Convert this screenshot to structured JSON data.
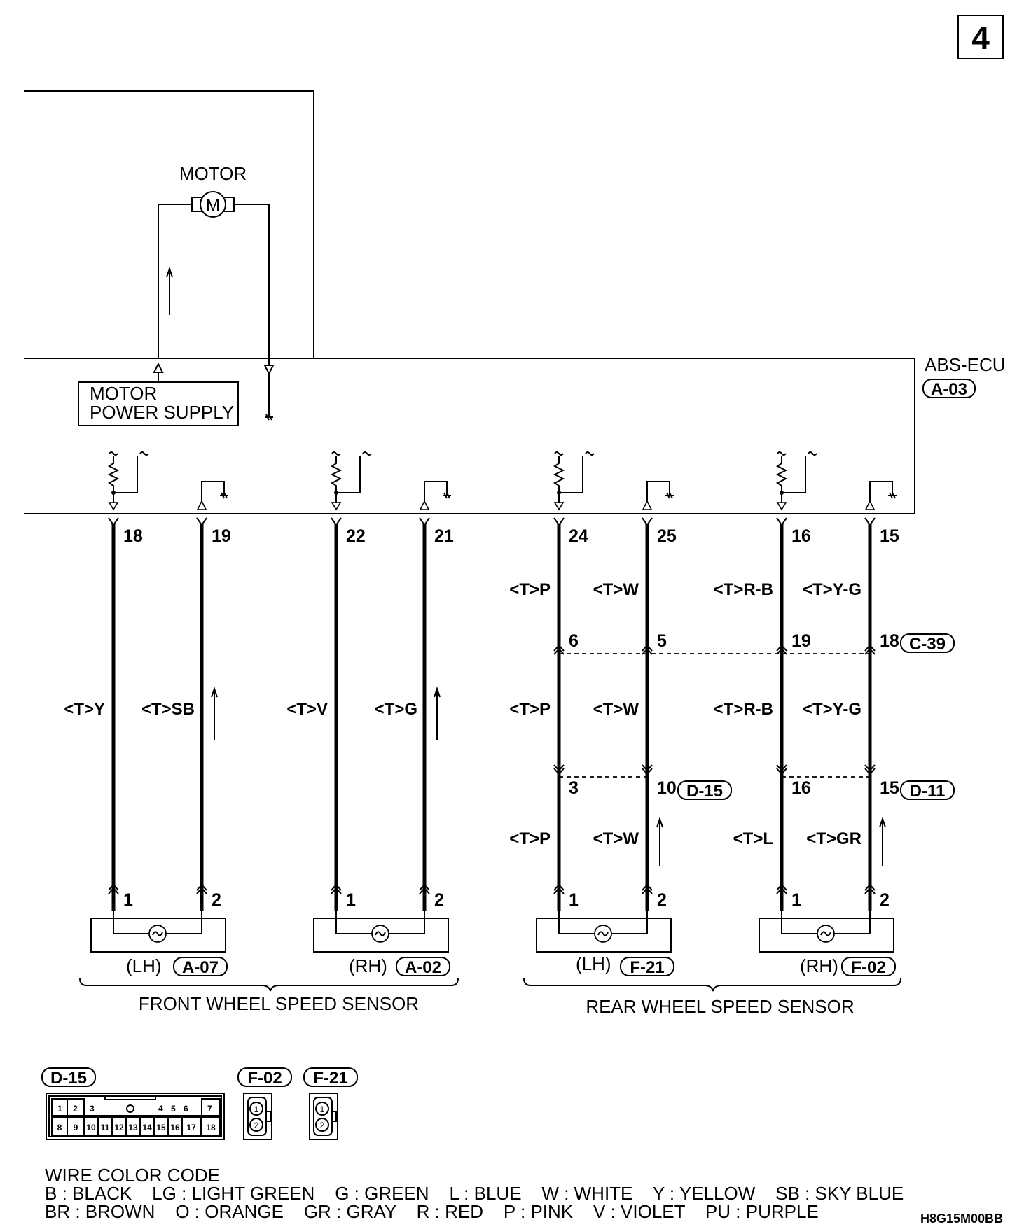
{
  "page_number": "4",
  "motor": {
    "label": "MOTOR",
    "symbol": "M"
  },
  "motor_power_supply": {
    "line1": "MOTOR",
    "line2": "POWER SUPPLY"
  },
  "ecu": {
    "label": "ABS-ECU",
    "connector": "A-03"
  },
  "ecu_pins": [
    "18",
    "19",
    "22",
    "21",
    "24",
    "25",
    "16",
    "15"
  ],
  "front_wires": [
    {
      "label": "<T>Y"
    },
    {
      "label": "<T>SB"
    },
    {
      "label": "<T>V"
    },
    {
      "label": "<T>G"
    }
  ],
  "rear_wires": [
    {
      "top": "<T>P",
      "mid": "<T>P",
      "bottom": "<T>P"
    },
    {
      "top": "<T>W",
      "mid": "<T>W",
      "bottom": "<T>W"
    },
    {
      "top": "<T>R-B",
      "mid": "<T>R-B",
      "bottom": "<T>L"
    },
    {
      "top": "<T>Y-G",
      "mid": "<T>Y-G",
      "bottom": "<T>GR"
    }
  ],
  "connector_c39": {
    "name": "C-39",
    "pins": [
      "6",
      "5",
      "19",
      "18"
    ]
  },
  "connector_d15": {
    "name": "D-15",
    "pins": [
      "3",
      "10"
    ]
  },
  "connector_d11": {
    "name": "D-11",
    "pins": [
      "16",
      "15"
    ]
  },
  "sensor_pins": [
    "1",
    "2"
  ],
  "sensors": [
    {
      "side": "(LH)",
      "connector": "A-07"
    },
    {
      "side": "(RH)",
      "connector": "A-02"
    },
    {
      "side": "(LH)",
      "connector": "F-21"
    },
    {
      "side": "(RH)",
      "connector": "F-02"
    }
  ],
  "front_group_label": "FRONT WHEEL SPEED SENSOR",
  "rear_group_label": "REAR WHEEL SPEED SENSOR",
  "connector_diagrams": {
    "d15": {
      "name": "D-15",
      "top_pins": [
        "1",
        "2",
        "3",
        "4",
        "5",
        "6",
        "7"
      ],
      "bottom_pins": [
        "8",
        "9",
        "10",
        "11",
        "12",
        "13",
        "14",
        "15",
        "16",
        "17",
        "18"
      ]
    },
    "f02": {
      "name": "F-02",
      "pins": [
        "1",
        "2"
      ]
    },
    "f21": {
      "name": "F-21",
      "pins": [
        "1",
        "2"
      ]
    }
  },
  "wire_color_code": {
    "title": "WIRE COLOR CODE",
    "line1": "B : BLACK    LG : LIGHT GREEN    G : GREEN    L : BLUE    W : WHITE    Y : YELLOW    SB : SKY BLUE",
    "line2": "BR : BROWN    O : ORANGE    GR : GRAY    R : RED    P : PINK    V : VIOLET    PU : PURPLE"
  },
  "figure_code": "H8G15M00BB"
}
